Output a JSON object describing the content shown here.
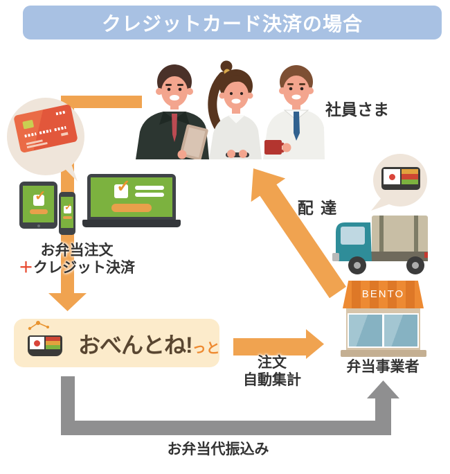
{
  "title": "クレジットカード決済の場合",
  "labels": {
    "employees": "社員さま",
    "order_line1": "お弁当注文",
    "order_plus": "＋",
    "order_line2": "クレジット決済",
    "aggregate_line1": "注文",
    "aggregate_line2": "自動集計",
    "delivery": "配 達",
    "shop_sign": "BENTO",
    "vendor": "弁当事業者",
    "payment": "お弁当代振込み"
  },
  "logo": {
    "main": "おべんとね!",
    "suffix": "っと"
  },
  "glyphs": {
    "check": "✓"
  },
  "illustrations": [
    "employees",
    "credit-card",
    "tablet",
    "smartphone",
    "laptop",
    "bento-box",
    "delivery-truck",
    "bento-shop"
  ],
  "colors": {
    "title_bg": "#A8C1E3",
    "title_text": "#FFFFFF",
    "arrow_orange": "#F0A350",
    "arrow_gray": "#8F8F90",
    "text_dark": "#333333",
    "plus_red": "#E8492F",
    "logo_bg": "#FCEBCB",
    "logo_text_brown": "#594631",
    "logo_text_orange": "#EE8A31",
    "screen_green": "#7CB23F",
    "device_frame": "#3F4347",
    "bubble_beige": "#EFE5DA",
    "card_red": "#E2573B",
    "shop_awning": "#ED8A33",
    "shop_wall": "#D7C5AB",
    "window_blue": "#86B2C2",
    "truck_cab_teal": "#2F8D99",
    "truck_cargo_tan": "#C8BEA5"
  }
}
